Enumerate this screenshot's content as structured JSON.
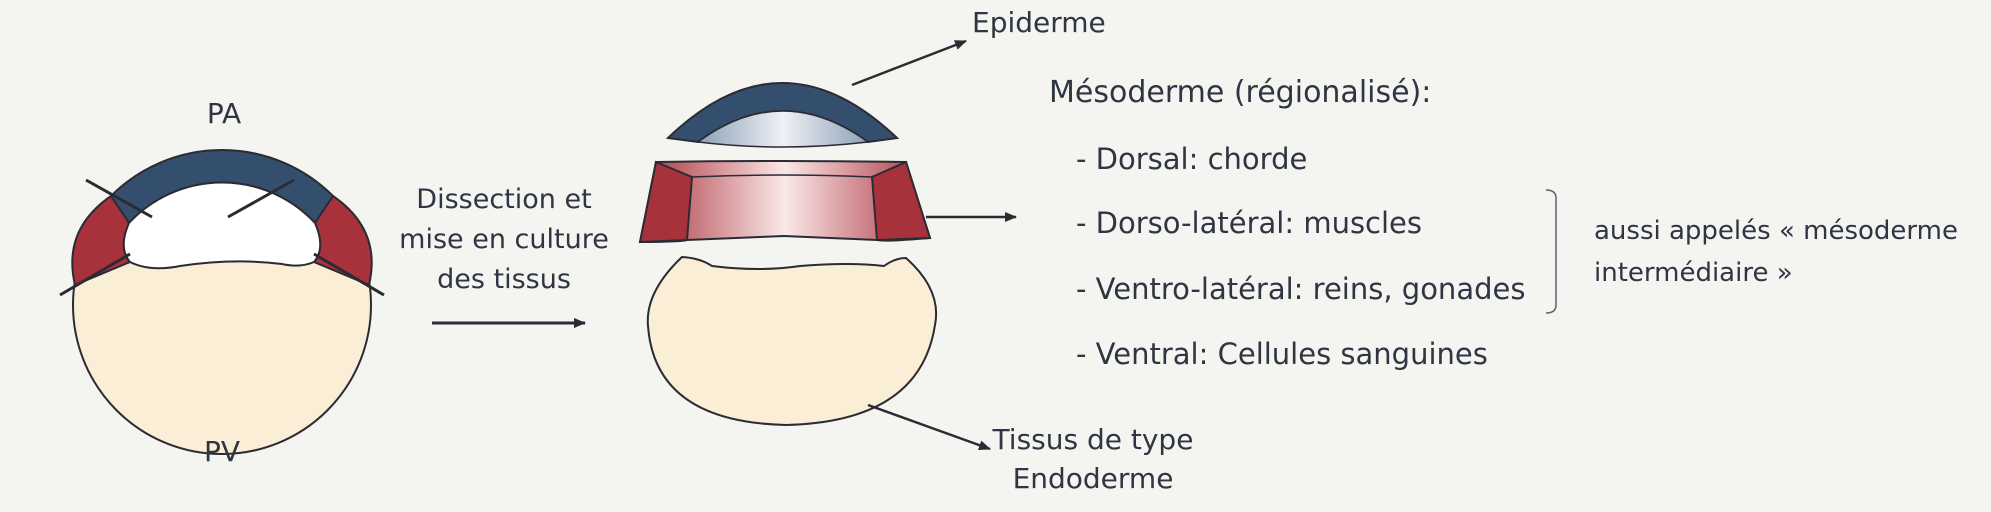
{
  "labels": {
    "pa": "PA",
    "pv": "PV",
    "dissection_line1": "Dissection et",
    "dissection_line2": "mise en culture",
    "dissection_line3": "des tissus",
    "epiderme": "Epiderme",
    "mesoderme_title": "Mésoderme (régionalisé):",
    "endoderme_line1": "Tissus de type",
    "endoderme_line2": "Endoderme"
  },
  "mesoderm_regions": [
    "- Dorsal: chorde",
    "- Dorso-latéral: muscles",
    "- Ventro-latéral: reins, gonades",
    "- Ventral: Cellules sanguines"
  ],
  "bracket_note": {
    "line1": "aussi appelés « mésoderme",
    "line2": "intermédiaire »"
  },
  "colors": {
    "background": "#f4f4f0",
    "animal_cap_blue": "#344f6e",
    "mesoderm_red": "#a8323c",
    "endoderm_yolk": "#fbeed6",
    "outline": "#2b2b33",
    "text": "#2f3542"
  }
}
